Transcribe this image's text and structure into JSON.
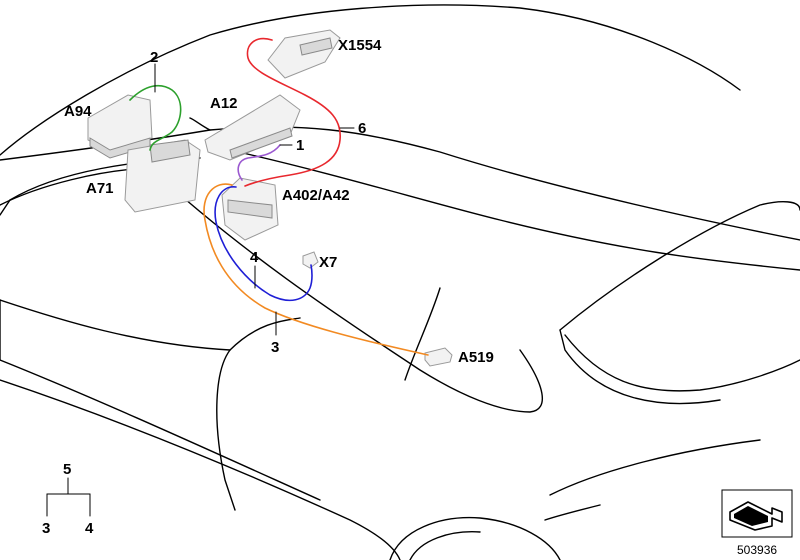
{
  "labels": {
    "a94": "A94",
    "a12": "A12",
    "a71": "A71",
    "x1554": "X1554",
    "a402": "A402/A42",
    "x7": "X7",
    "a519": "A519"
  },
  "callouts": {
    "n1": "1",
    "n2": "2",
    "n3": "3",
    "n4": "4",
    "n6": "6"
  },
  "legend": {
    "parent": "5",
    "child_left": "3",
    "child_right": "4"
  },
  "reference_number": "503936",
  "colors": {
    "wire_2": "#2ca02c",
    "wire_1": "#9b59d0",
    "wire_6": "#e8282e",
    "wire_3": "#f28a22",
    "wire_4": "#1f1fd6"
  },
  "icons": {
    "nav_icon": "arrow-bracket-icon"
  }
}
